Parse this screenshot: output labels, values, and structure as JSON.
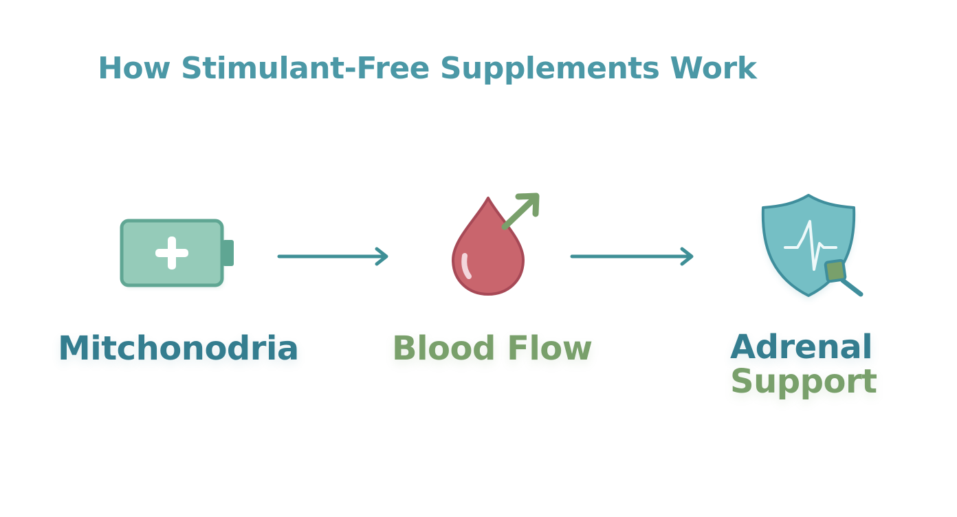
{
  "title": "How Stimulant-Free Supplements Work",
  "steps": [
    {
      "icon": "battery-plus-icon",
      "label_lines": [
        "Mitchonodria"
      ]
    },
    {
      "icon": "blood-drop-up-arrow-icon",
      "label_lines": [
        "Blood Flow"
      ]
    },
    {
      "icon": "shield-heartbeat-magnifier-icon",
      "label_lines": [
        "Adrenal",
        "Support"
      ]
    }
  ],
  "colors": {
    "title": "#4b98a6",
    "teal": "#3e8f96",
    "teal_dark": "#347d8f",
    "battery_fill": "#8cc5b3",
    "battery_stroke": "#5fa693",
    "drop_fill": "#c9656d",
    "drop_stroke": "#a74956",
    "green": "#79a06b",
    "shield_fill": "#71bcc3",
    "shield_stroke": "#3f8e9c"
  }
}
